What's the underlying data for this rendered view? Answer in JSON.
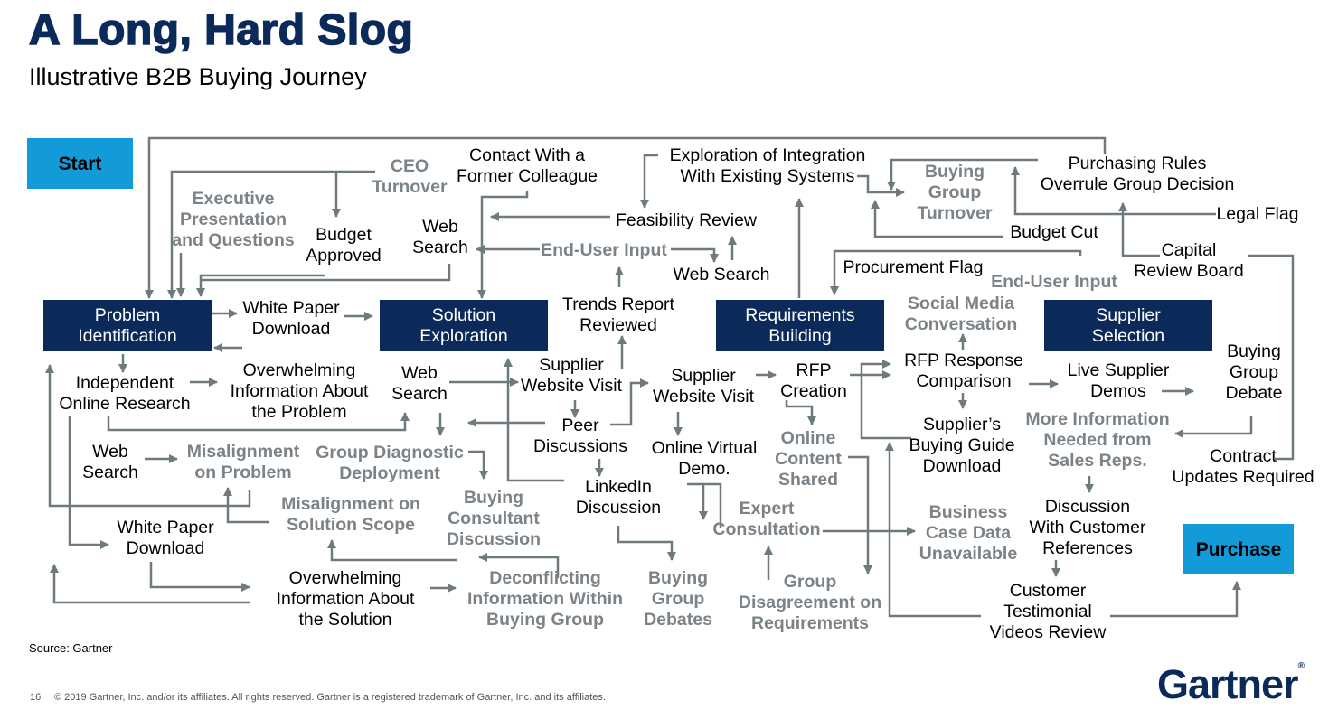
{
  "header": {
    "title": "A Long, Hard Slog",
    "subtitle": "Illustrative B2B Buying Journey"
  },
  "boxes": {
    "start": "Start",
    "problem_identification": "Problem\nIdentification",
    "solution_exploration": "Solution\nExploration",
    "requirements_building": "Requirements\nBuilding",
    "supplier_selection": "Supplier\nSelection",
    "purchase": "Purchase"
  },
  "nodes": {
    "ceo_turnover": "CEO\nTurnover",
    "contact_former_colleague": "Contact With a\nFormer Colleague",
    "exploration_integration": "Exploration of Integration\nWith Existing Systems",
    "buying_group_turnover": "Buying\nGroup\nTurnover",
    "purchasing_rules": "Purchasing Rules\nOverrule Group Decision",
    "executive_presentation": "Executive\nPresentation\nand Questions",
    "budget_approved": "Budget\nApproved",
    "web_search_1": "Web\nSearch",
    "feasibility_review": "Feasibility Review",
    "budget_cut": "Budget Cut",
    "legal_flag": "Legal Flag",
    "end_user_input_1": "End-User Input",
    "web_search_2": "Web Search",
    "capital_review_board": "Capital\nReview Board",
    "procurement_flag": "Procurement Flag",
    "end_user_input_2": "End-User Input",
    "trends_report": "Trends Report\nReviewed",
    "social_media": "Social Media\nConversation",
    "white_paper_1": "White Paper\nDownload",
    "buying_group_debate": "Buying\nGroup\nDebate",
    "rfp_comparison": "RFP Response\nComparison",
    "independent_research": "Independent\nOnline Research",
    "overwhelming_problem": "Overwhelming\nInformation About\nthe Problem",
    "web_search_3": "Web\nSearch",
    "supplier_website_1": "Supplier\nWebsite Visit",
    "supplier_website_2": "Supplier\nWebsite Visit",
    "rfp_creation": "RFP\nCreation",
    "live_demos": "Live Supplier\nDemos",
    "suppliers_guide": "Supplier’s\nBuying Guide\nDownload",
    "more_info": "More Information\nNeeded from\nSales Reps.",
    "peer_discussions": "Peer\nDiscussions",
    "online_virtual_demo": "Online Virtual\nDemo.",
    "online_content": "Online\nContent\nShared",
    "web_search_4": "Web\nSearch",
    "misalignment_problem": "Misalignment\non Problem",
    "group_diagnostic": "Group Diagnostic\nDeployment",
    "contract_updates": "Contract\nUpdates Required",
    "linkedin": "LinkedIn\nDiscussion",
    "buying_consultant": "Buying\nConsultant\nDiscussion",
    "misalignment_scope": "Misalignment on\nSolution Scope",
    "expert_consultation": "Expert\nConsultation",
    "business_case": "Business\nCase Data\nUnavailable",
    "discussion_references": "Discussion\nWith Customer\nReferences",
    "white_paper_2": "White Paper\nDownload",
    "overwhelming_solution": "Overwhelming\nInformation About\nthe Solution",
    "deconflicting": "Deconflicting\nInformation Within\nBuying Group",
    "buying_group_debates": "Buying\nGroup\nDebates",
    "group_disagreement": "Group\nDisagreement on\nRequirements",
    "customer_testimonial": "Customer\nTestimonial\nVideos Review"
  },
  "footer": {
    "source": "Source: Gartner",
    "page_number": "16",
    "copyright": "© 2019 Gartner, Inc. and/or its affiliates. All rights reserved. Gartner is a registered trademark of Gartner, Inc. and its affiliates.",
    "logo_text": "Gartner",
    "logo_mark": "®"
  },
  "colors": {
    "navy": "#0b2a5a",
    "cyan": "#129bd8",
    "gray_text": "#7b8389",
    "arrow_gray": "#6f7a7f"
  }
}
